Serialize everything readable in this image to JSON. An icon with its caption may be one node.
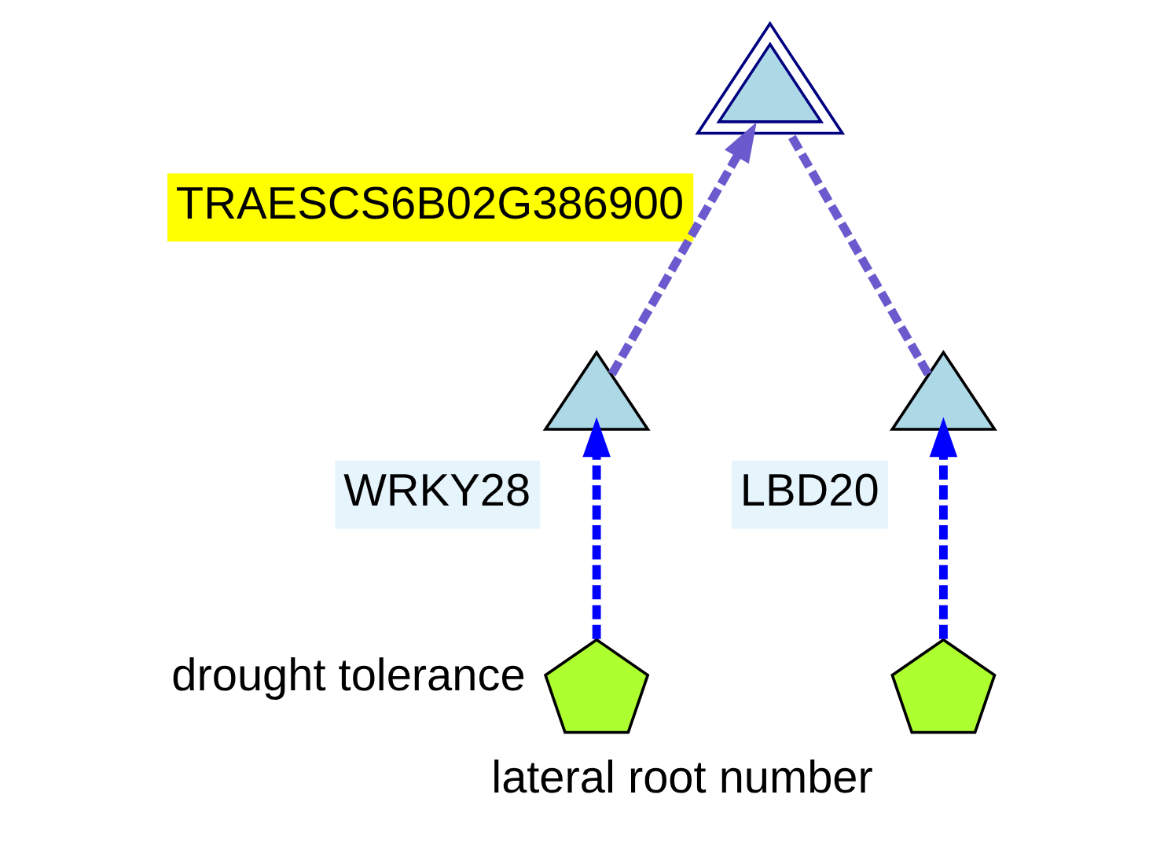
{
  "diagram": {
    "nodes": [
      {
        "text": [
          "LBD20"
        ]
      },
      {
        "text": [
          "lateral root number"
        ]
      },
      {
        "text": [
          "TRAESCS6B02G386900"
        ]
      },
      {
        "text": [
          "WRKY28"
        ]
      },
      {
        "text": [
          "drought tolerance"
        ]
      }
    ],
    "edges": [
      {
        "from": 1,
        "to": 0,
        "arrow": "to",
        "style": "dashed",
        "color": "#0000ff"
      },
      {
        "from": 0,
        "to": 2,
        "arrow": "none",
        "style": "dashed",
        "color": "#6a5acd"
      },
      {
        "from": 3,
        "to": 2,
        "arrow": "to",
        "style": "dashed",
        "color": "#6a5acd"
      },
      {
        "from": 4,
        "to": 3,
        "arrow": "to",
        "style": "dashed",
        "color": "#0000ff"
      }
    ]
  }
}
